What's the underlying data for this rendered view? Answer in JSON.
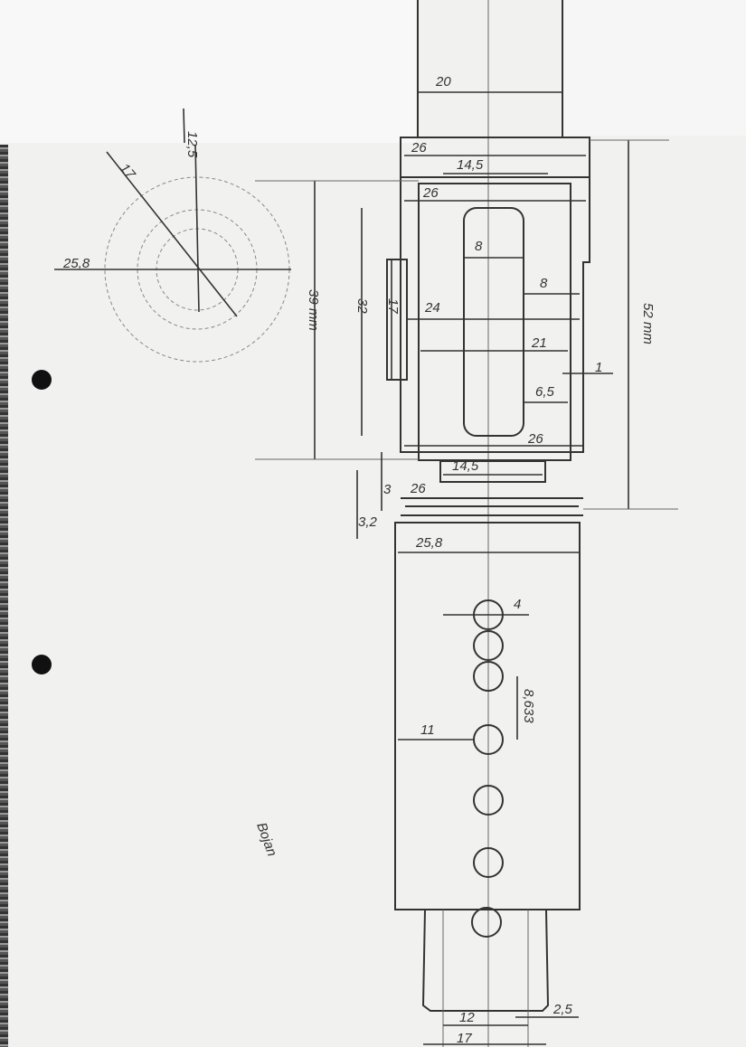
{
  "drawing": {
    "end_view": {
      "dia_outer": "25,8",
      "dia_diag": "17",
      "dia_top": "12,5"
    },
    "top_shaft": {
      "width": "20"
    },
    "upper_body": {
      "width_top": "26",
      "neck": "14,5",
      "width_2": "26",
      "slot_width": "8",
      "slot_offset": "8",
      "width_24": "24",
      "width_21": "21",
      "step_1": "1",
      "width_6_5": "6,5",
      "width_bottom": "26",
      "height_17": "17",
      "height_32": "32",
      "height_39": "39 mm",
      "total_52": "52 mm"
    },
    "groove": {
      "neck": "14,5",
      "h3": "3",
      "h32": "3,2",
      "width": "26"
    },
    "lower_body": {
      "width": "25,8",
      "hole_dia": "4",
      "pitch": "8,633",
      "offset": "11"
    },
    "bottom_tenon": {
      "inner": "12",
      "chamfer": "2,5",
      "width": "17"
    },
    "signature": "Bojan"
  }
}
